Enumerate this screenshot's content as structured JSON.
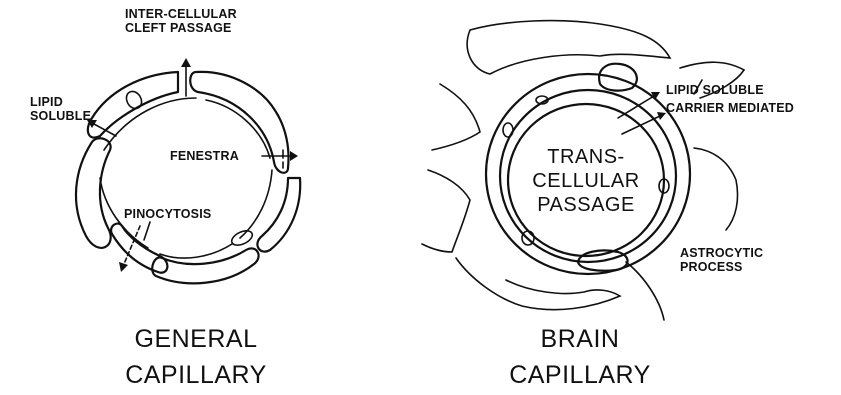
{
  "general": {
    "label_intercellular_1": "INTER-CELLULAR",
    "label_intercellular_2": "CLEFT PASSAGE",
    "label_lipid_1": "LIPID",
    "label_lipid_2": "SOLUBLE",
    "label_fenestra": "FENESTRA",
    "label_pinocytosis": "PINOCYTOSIS",
    "title_1": "GENERAL",
    "title_2": "CAPILLARY"
  },
  "brain": {
    "label_lipid_soluble": "LIPID SOLUBLE",
    "label_carrier": "CARRIER MEDIATED",
    "center_1": "TRANS-",
    "center_2": "CELLULAR",
    "center_3": "PASSAGE",
    "label_astro_1": "ASTROCYTIC",
    "label_astro_2": "PROCESS",
    "title_1": "BRAIN",
    "title_2": "CAPILLARY"
  }
}
